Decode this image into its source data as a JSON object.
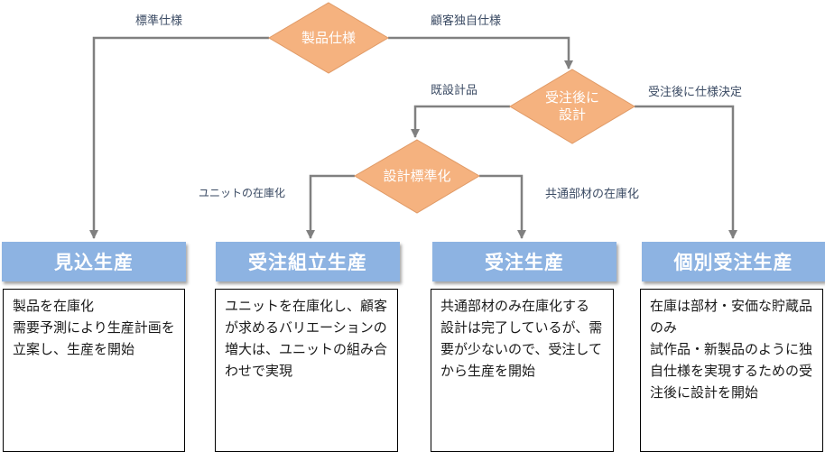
{
  "colors": {
    "diamond": "#f5b27f",
    "header": "#8db3e2",
    "line": "#808080"
  },
  "diamonds": {
    "spec": "製品仕様",
    "design_after_order": "受注後に\n設計",
    "design_standard": "設計標準化"
  },
  "edge_labels": {
    "standard_spec": "標準仕様",
    "custom_spec": "顧客独自仕様",
    "existing_design": "既設計品",
    "spec_after_order": "受注後に仕様決定",
    "unit_stock": "ユニットの在庫化",
    "common_parts_stock": "共通部材の在庫化"
  },
  "columns": [
    {
      "title": "見込生産",
      "description": "製品を在庫化\n需要予測により生産計画を立案し、生産を開始"
    },
    {
      "title": "受注組立生産",
      "description": "ユニットを在庫化し、顧客が求めるバリエーションの増大は、ユニットの組み合わせで実現"
    },
    {
      "title": "受注生産",
      "description": "共通部材のみ在庫化する\n設計は完了しているが、需要が少ないので、受注してから生産を開始"
    },
    {
      "title": "個別受注生産",
      "description": "在庫は部材・安価な貯蔵品のみ\n試作品・新製品のように独自仕様を実現するための受注後に設計を開始"
    }
  ]
}
